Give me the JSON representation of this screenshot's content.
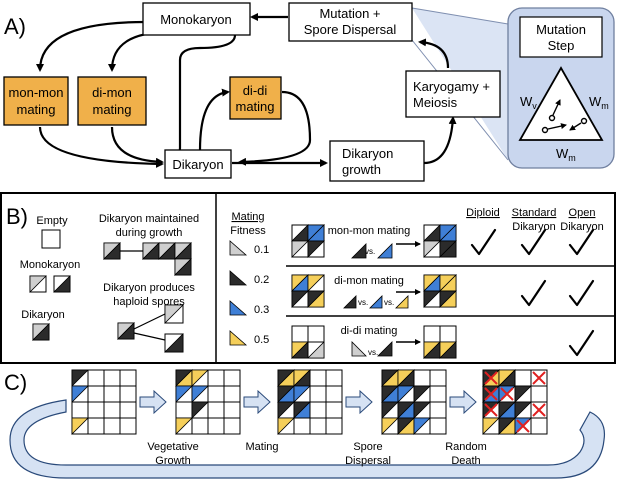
{
  "panel_a": {
    "label": "A)",
    "nodes": {
      "monokaryon": "Monokaryon",
      "mutation_1": "Mutation +",
      "mutation_2": "Spore Dispersal",
      "monmon_1": "mon-mon",
      "monmon_2": "mating",
      "dimon_1": "di-mon",
      "dimon_2": "mating",
      "didi_1": "di-di",
      "didi_2": "mating",
      "dikaryon": "Dikaryon",
      "growth_1": "Dikaryon",
      "growth_2": "growth",
      "karyo_1": "Karyogamy +",
      "karyo_2": "Meiosis"
    },
    "inset": {
      "title_1": "Mutation",
      "title_2": "Step",
      "w_left": "W",
      "w_left_sub": "v",
      "w_right": "W",
      "w_right_sub": "m",
      "w_bottom": "W",
      "w_bottom_sub": "m"
    }
  },
  "panel_b": {
    "label": "B)",
    "empty": "Empty",
    "monokaryon": "Monokaryon",
    "dikaryon": "Dikaryon",
    "maintained_1": "Dikaryon maintained",
    "maintained_2": "during growth",
    "produces_1": "Dikaryon produces",
    "produces_2": "haploid spores",
    "fitness_title_1": "Mating",
    "fitness_title_2": "Fitness",
    "fitness_values": [
      "0.1",
      "0.2",
      "0.3",
      "0.5"
    ],
    "headers": {
      "diploid": "Diploid",
      "standard_1": "Standard",
      "standard_2": "Dikaryon",
      "open_1": "Open",
      "open_2": "Dikaryon"
    },
    "rows": [
      {
        "label": "mon-mon mating",
        "vs": "vs."
      },
      {
        "label": "di-mon mating",
        "vs": "vs.",
        "vs2": "vs."
      },
      {
        "label": "di-di mating",
        "vs": "vs."
      }
    ]
  },
  "panel_c": {
    "label": "C)",
    "steps": [
      {
        "line1": "Vegetative",
        "line2": "Growth"
      },
      {
        "line1": "Mating",
        "line2": ""
      },
      {
        "line1": "Spore",
        "line2": "Dispersal"
      },
      {
        "line1": "Random",
        "line2": "Death"
      }
    ]
  },
  "colors": {
    "orange": "#f0b04a",
    "yellow": "#f5cf5a",
    "blue": "#3f7fd6",
    "dark": "#2b2b2b",
    "light": "#cfcfcf",
    "inset_fill": "#c9d6ee",
    "red": "#e02020"
  }
}
